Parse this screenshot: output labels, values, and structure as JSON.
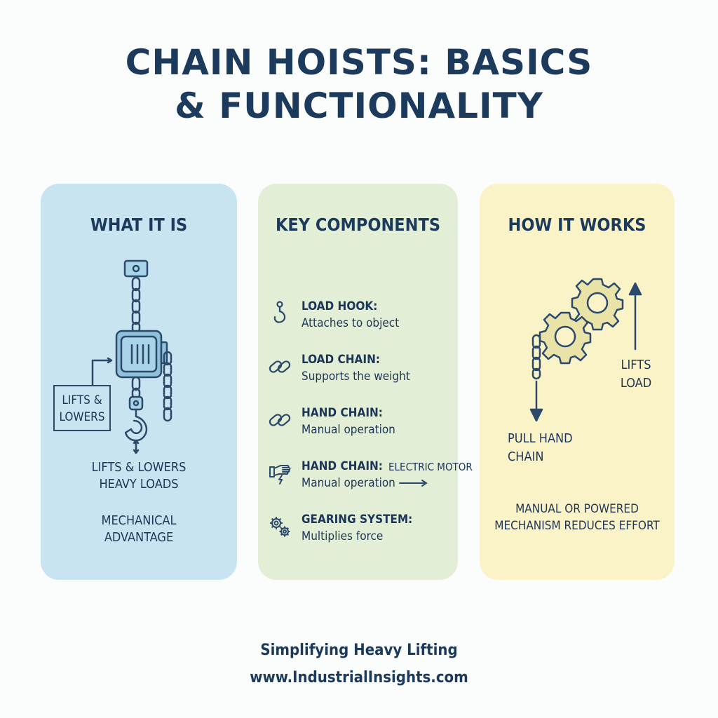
{
  "title": {
    "line1": "CHAIN HOISTS: BASICS",
    "line2": "& FUNCTIONALITY"
  },
  "panels": {
    "what": {
      "title": "WHAT IT IS",
      "callout_line1": "LIFTS &",
      "callout_line2": "LOWERS",
      "caption_line1": "LIFTS & LOWERS",
      "caption_line2": "HEAVY LOADS",
      "note_line1": "MECHANICAL",
      "note_line2": "ADVANTAGE"
    },
    "components": {
      "title": "KEY COMPONENTS",
      "items": [
        {
          "name": "LOAD HOOK:",
          "desc": "Attaches to object",
          "icon": "hook-icon"
        },
        {
          "name": "LOAD CHAIN:",
          "desc": "Supports the weight",
          "icon": "chain-link-icon"
        },
        {
          "name": "HAND CHAIN:",
          "desc": "Manual operation",
          "icon": "chain-link-icon"
        },
        {
          "name": "HAND CHAIN:",
          "desc": "Manual operation",
          "icon": "hand-lightning-icon",
          "extra": "ELECTRIC MOTOR"
        },
        {
          "name": "GEARING SYSTEM:",
          "desc": "Multiplies force",
          "icon": "gears-icon"
        }
      ]
    },
    "how": {
      "title": "HOW IT WORKS",
      "lift_line1": "LIFTS",
      "lift_line2": "LOAD",
      "pull_line1": "PULL HAND",
      "pull_line2": "CHAIN",
      "summary_line1": "MANUAL OR POWERED",
      "summary_line2": "MECHANISM REDUCES EFFORT"
    }
  },
  "footer": {
    "tagline": "Simplifying Heavy Lifting",
    "url": "www.IndustrialInsights.com"
  },
  "colors": {
    "navy": "#1c3a5c",
    "blue_panel": "#c8e4f0",
    "green_panel": "#e2efd6",
    "yellow_panel": "#fbf3c8",
    "gear_fill": "#e9e3a8"
  }
}
